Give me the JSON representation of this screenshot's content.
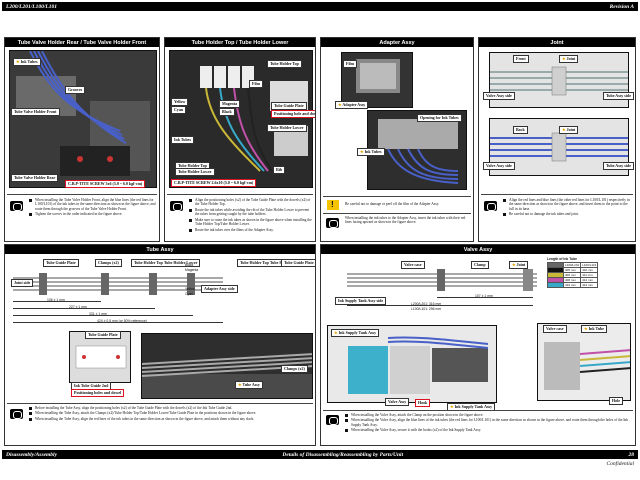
{
  "header": {
    "model": "L200/L201/L100/L101",
    "revision": "Revision A"
  },
  "footer": {
    "left": "Disassembly/Assembly",
    "center": "Details of Disassembling/Reassembling by Parts/Unit",
    "page": "28",
    "confidential": "Confidential"
  },
  "panels": {
    "p1": {
      "title": "Tube Valve Holder Rear / Tube Valve Holder Front",
      "callouts": [
        "Ink Tubes",
        "Grooves",
        "Tube Valve Holder Front",
        "Tube Valve Holder Rear",
        "C.B.P-TITE SCREW 3x6 (5.0 ~ 6.0 kgf·cm)"
      ],
      "notes": [
        "When installing the Tube Valve Holder Front, align the blue lines (the red lines for L100/L101) of the ink tubes in the same direction as shown in the figure above, and route them through the grooves of the Tube Valve Holder Front.",
        "Tighten the screws in the order indicated in the figure above."
      ]
    },
    "p2": {
      "title": "Tube Holder Top / Tube Holder Lower",
      "callouts": [
        "Tube Holder Top",
        "Film",
        "Yellow",
        "Cyan",
        "Magenta",
        "Black",
        "Tube Guide Plate",
        "Positioning hole and dowel",
        "Ink Tubes",
        "Tube Holder Lower",
        "Tube Holder Top",
        "Tube Holder Lower",
        "Rib",
        "C.B.P-TITE SCREW 2.6x10 (5.0 ~ 6.0 kgf·cm)"
      ],
      "notes": [
        "Align the positioning holes (x2) of the Tube Guide Plate with the dowels (x2) of the Tube Holder Top.",
        "Route the ink tubes while avoiding the rib of the Tube Holder Lower to prevent the tubes from getting caught by the tube holders.",
        "Make sure to route the ink tubes as shown in the figure above when installing the Tube Holder Top/Tube Holder Lower.",
        "Route the ink tubes over the films of the Adapter Assy."
      ]
    },
    "p3": {
      "title": "Adapter Assy",
      "callouts": [
        "Film",
        "Adapter Assy",
        "Opening for Ink Tubes",
        "Ink Tubes"
      ],
      "notes": [
        "Be careful not to damage or peel off the film of the Adapter Assy.",
        "When installing the ink tubes to the Adapter Assy, insert the ink tubes with their red lines facing upward as shown in the figure above."
      ]
    },
    "p4": {
      "title": "Joint",
      "callouts": [
        "Front",
        "Joint",
        "Valve Assy side",
        "Tube Assy side",
        "Back",
        "Joint",
        "Valve Assy side",
        "Tube Assy side"
      ],
      "notes": [
        "Align the red lines and blue lines (the other red lines for L100/L101) respectively in the same direction as shown in the figure above, and insert them to the point to the full in its base.",
        "Be careful not to damage the ink tubes and joint."
      ]
    },
    "p5": {
      "title": "Tube Assy",
      "callouts": [
        "Tube Guide Plate",
        "Clamps (x2)",
        "Tube Holder Top Tube Holder Lower",
        "Tube Holder Top Tube Holder Lower",
        "Tube Guide Plate",
        "Joint side",
        "Adapter Assy side",
        "Black",
        "Magenta",
        "Yellow",
        "Cyan",
        "Tube Guide Plate",
        "Ink Tube Guide 2nd",
        "Positioning holes and dowel",
        "Tube Assy",
        "Clamps (x2)"
      ],
      "dims": [
        "106 ± 1 mm",
        "227 ± 1 mm",
        "331 ± 1 mm",
        "424 ± 0.5 mm (or 50% reference)"
      ],
      "notes": [
        "Before installing the Tube Assy, align the positioning holes (x2) of the Tube Guide Plate with the dowels (x2) of the Ink Tube Guide 2nd.",
        "When installing the Tube Assy, attach the Clamps (x2)/Tube Holder Top/Tube Holder Lower/Tube Guide Plate in the positions shown in the figure above.",
        "When installing the Tube Assy, align the red lines of the ink tubes in the same direction as shown in the figure above, and attach them without any slack."
      ]
    },
    "p6": {
      "title": "Valve Assy",
      "callouts": [
        "Valve case",
        "Clamp",
        "Joint",
        "Ink Supply Tank Assy side",
        "Ink Supply Tank Assy",
        "Valve case",
        "Ink Tube",
        "Valve Assy",
        "Hook",
        "Ink Supply Tank Assy",
        "Hole"
      ],
      "table_title": "Length of Ink Tube",
      "table": [
        [
          "L200/L201",
          "L100/L101"
        ],
        [
          "",
          "405 mm",
          "410 mm"
        ],
        [
          "",
          "406 mm",
          "411 mm"
        ],
        [
          "",
          "408 mm",
          "412 mm"
        ],
        [
          "",
          "419 mm",
          "414 mm"
        ]
      ],
      "dims": [
        "107 ± 1 mm",
        "L200/L201: 316 mm",
        "L100/L101: 296 mm"
      ],
      "notes": [
        "When installing the Valve Assy, attach the Clamp on the position shown in the figure above.",
        "When installing the Valve Assy, align the blue lines of the ink tubes (the red lines for L100/L101) in the same direction as shown in the figure above, and route them through the holes of the Ink Supply Tank Assy.",
        "When installing the Valve Assy, secure it with the hooks (x2) of the Ink Supply Tank Assy."
      ]
    }
  },
  "colors": {
    "bar": "#000000",
    "callout_border": "#333333",
    "tube_blue": "#4860c8",
    "tube_cyan": "#38a8c8",
    "tube_magenta": "#c050a8",
    "tube_yellow": "#c9b838",
    "warning": "#f4c400"
  }
}
